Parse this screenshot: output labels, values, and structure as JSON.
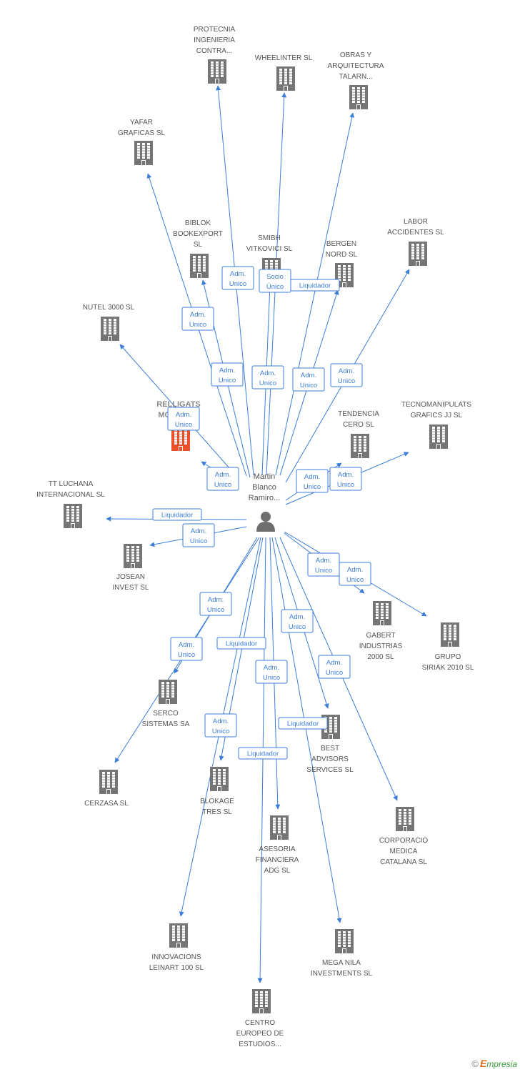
{
  "colors": {
    "edge": "#3b7dd8",
    "company": "#757575",
    "company_focus": "#e8512a",
    "person": "#6e6e6e"
  },
  "center": {
    "label_lines": [
      "Martin",
      "Blanco",
      "Ramiro..."
    ],
    "icon": "person-icon"
  },
  "nodes": [
    {
      "id": "protecnia",
      "lines": [
        "PROTECNIA",
        "INGENIERIA",
        "CONTRA..."
      ],
      "badge": [
        "Adm.",
        "Unico"
      ]
    },
    {
      "id": "wheelinter",
      "lines": [
        "WHEELINTER SL"
      ],
      "badge": [
        "Socio",
        "Único"
      ]
    },
    {
      "id": "obras",
      "lines": [
        "OBRAS Y",
        "ARQUITECTURA",
        "TALARN..."
      ],
      "badge": [
        "Liquidador"
      ]
    },
    {
      "id": "yafar",
      "lines": [
        "YAFAR",
        "GRAFICAS  SL"
      ],
      "badge": [
        "Adm.",
        "Unico"
      ]
    },
    {
      "id": "biblok",
      "lines": [
        "BIBLOK",
        "BOOKEXPORT",
        "SL"
      ],
      "badge": [
        "Adm.",
        "Unico"
      ]
    },
    {
      "id": "smibh",
      "lines": [
        "SMIBH",
        "VITKOVICI SL"
      ],
      "badge": [
        "Adm.",
        "Unico"
      ]
    },
    {
      "id": "bergen",
      "lines": [
        "BERGEN",
        "NORD SL"
      ],
      "badge": [
        "Adm.",
        "Unico"
      ]
    },
    {
      "id": "labor",
      "lines": [
        "LABOR",
        "ACCIDENTES SL"
      ],
      "badge": [
        "Adm.",
        "Unico"
      ]
    },
    {
      "id": "nutel",
      "lines": [
        "NUTEL 3000 SL"
      ],
      "badge": [
        "Adm.",
        "Unico"
      ]
    },
    {
      "id": "relligats",
      "lines": [
        "RELLIGATS",
        "MOSTO SL"
      ],
      "badge": [
        "Adm.",
        "Unico"
      ],
      "focus": true
    },
    {
      "id": "tendencia",
      "lines": [
        "TENDENCIA",
        "CERO SL"
      ],
      "badge": [
        "Adm.",
        "Unico"
      ]
    },
    {
      "id": "tecnomanipulats",
      "lines": [
        "TECNOMANIPULATS",
        "GRAFICS JJ SL"
      ],
      "badge": [
        "Adm.",
        "Unico"
      ]
    },
    {
      "id": "ttluchana",
      "lines": [
        "TT LUCHANA",
        "INTERNACIONAL SL"
      ],
      "badge": [
        "Liquidador"
      ]
    },
    {
      "id": "josean",
      "lines": [
        "JOSEAN",
        "INVEST SL"
      ],
      "badge": [
        "Adm.",
        "Unico"
      ]
    },
    {
      "id": "gabert",
      "lines": [
        "GABERT",
        "INDUSTRIAS",
        "2000 SL"
      ],
      "badge": [
        "Adm.",
        "Unico"
      ]
    },
    {
      "id": "grupo",
      "lines": [
        "GRUPO",
        "SIRIAK 2010 SL"
      ],
      "badge": [
        "Adm.",
        "Unico"
      ]
    },
    {
      "id": "serco",
      "lines": [
        "SERCO",
        "SISTEMAS SA"
      ],
      "badge": [
        "Adm.",
        "Unico"
      ]
    },
    {
      "id": "cerzasa",
      "lines": [
        "CERZASA SL"
      ],
      "badge": [
        "Adm.",
        "Unico"
      ]
    },
    {
      "id": "blokage",
      "lines": [
        "BLOKAGE",
        "TRES SL"
      ],
      "badge": [
        "Adm.",
        "Unico"
      ]
    },
    {
      "id": "best",
      "lines": [
        "BEST",
        "ADVISORS",
        "SERVICES SL"
      ],
      "badge": [
        "Adm.",
        "Unico"
      ]
    },
    {
      "id": "corporacio",
      "lines": [
        "CORPORACIO",
        "MEDICA",
        "CATALANA SL"
      ],
      "badge": [
        "Adm.",
        "Unico"
      ]
    },
    {
      "id": "asesoria",
      "lines": [
        "ASESORIA",
        "FINANCIERA",
        "ADG SL"
      ],
      "badge": [
        "Adm.",
        "Unico"
      ]
    },
    {
      "id": "innovacions",
      "lines": [
        "INNOVACIONS",
        "LEINART 100 SL"
      ],
      "badge": [
        "Liquidador"
      ]
    },
    {
      "id": "mega",
      "lines": [
        "MEGA NILA",
        "INVESTMENTS SL"
      ],
      "badge": [
        "Liquidador"
      ]
    },
    {
      "id": "centro",
      "lines": [
        "CENTRO",
        "EUROPEO DE",
        "ESTUDIOS..."
      ],
      "badge": [
        "Liquidador"
      ]
    }
  ],
  "footer": {
    "copyright": "©",
    "brand_initial": "E",
    "brand_rest": "mpresia"
  }
}
